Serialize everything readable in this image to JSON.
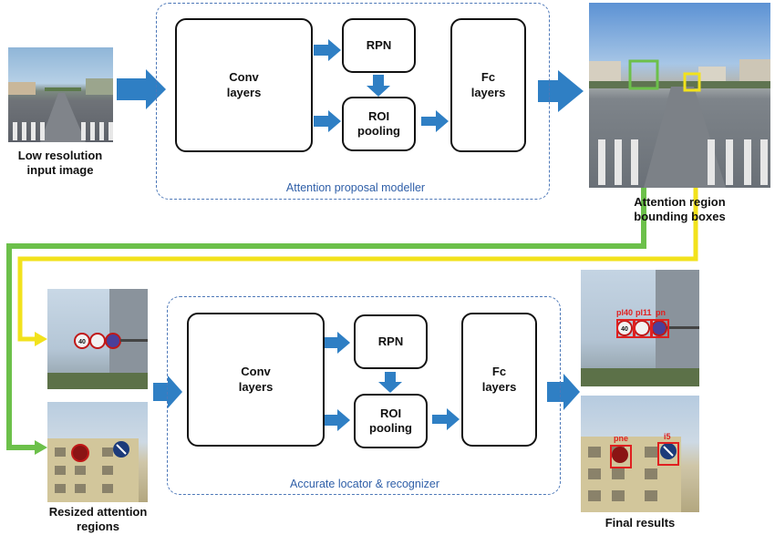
{
  "input": {
    "caption": "Low resolution\ninput image"
  },
  "attention_proposal_modeller": {
    "title": "Attention proposal modeller",
    "conv": "Conv\nlayers",
    "rpn": "RPN",
    "roi": "ROI\npooling",
    "fc": "Fc\nlayers"
  },
  "bbox_output": {
    "caption": "Attention region\nbounding boxes"
  },
  "resized": {
    "caption": "Resized attention\nregions"
  },
  "accurate_locator": {
    "title": "Accurate locator & recognizer",
    "conv": "Conv\nlayers",
    "rpn": "RPN",
    "roi": "ROI\npooling",
    "fc": "Fc\nlayers"
  },
  "final": {
    "caption": "Final results",
    "top_labels": [
      "pl40",
      "pl11",
      "pn"
    ],
    "bottom_labels": [
      "pne",
      "i5"
    ],
    "sign_40": "40"
  },
  "colors": {
    "arrow_blue": "#2f7fc4",
    "green_route": "#6cc04a",
    "yellow_route": "#f2e21c",
    "dashed_border": "#4d78b8",
    "detection_red": "#e02020"
  }
}
